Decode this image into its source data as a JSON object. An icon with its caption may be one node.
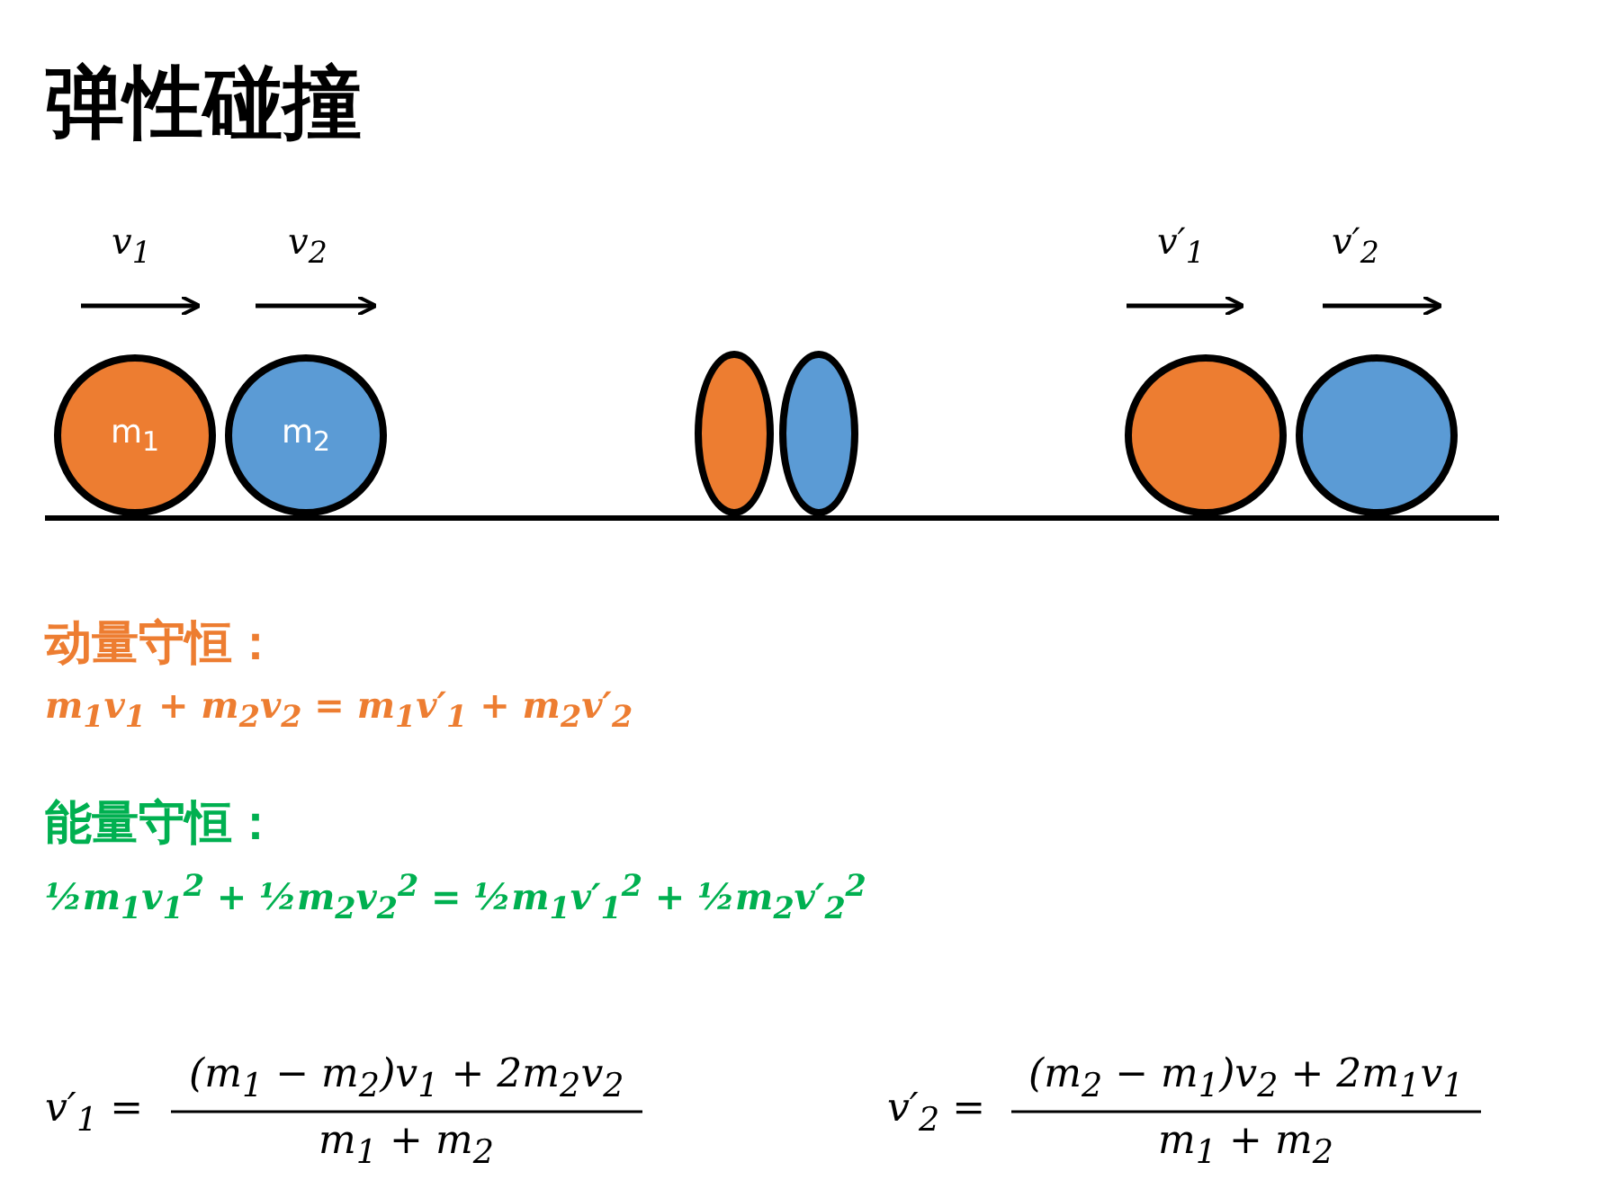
{
  "diagram": {
    "title": "弹性碰撞",
    "nodes": [
      {
        "text": [
          "m$_{1}$"
        ]
      },
      {
        "text": [
          "m$_{2}$"
        ]
      },
      {
        "text": [],
        "shape": "ellipse"
      },
      {
        "text": [],
        "shape": "ellipse"
      },
      {
        "text": [],
        "shape": "circle"
      },
      {
        "text": [],
        "shape": "circle"
      }
    ],
    "edges": [],
    "labels": [
      "v$_{1}$",
      "v$_{2}$",
      "v′$_{1}$",
      "v′$_{2}$",
      "动量守恒：",
      "m$_{1}$v$_{1}$ + m$_{2}$v$_{2}$ = m$_{1}$v′$_{1}$ + m$_{2}$v′$_{2}$",
      "能量守恒：",
      "½m$_{1}$v$_{1}$$^{2}$ + ½m$_{2}$v$_{2}$$^{2}$ = ½m$_{1}$v′$_{1}$$^{2}$ + ½m$_{2}$v′$_{2}$$^{2}$",
      "v′$_{1}$ =",
      "(m$_{1}$ − m$_{2}$)v$_{1}$ + 2m$_{2}$v$_{2}$",
      "m$_{1}$ + m$_{2}$",
      "v′$_{2}$ =",
      "(m$_{2}$ − m$_{1}$)v$_{2}$ + 2m$_{1}$v$_{1}$",
      "m$_{1}$ + m$_{2}$"
    ]
  }
}
